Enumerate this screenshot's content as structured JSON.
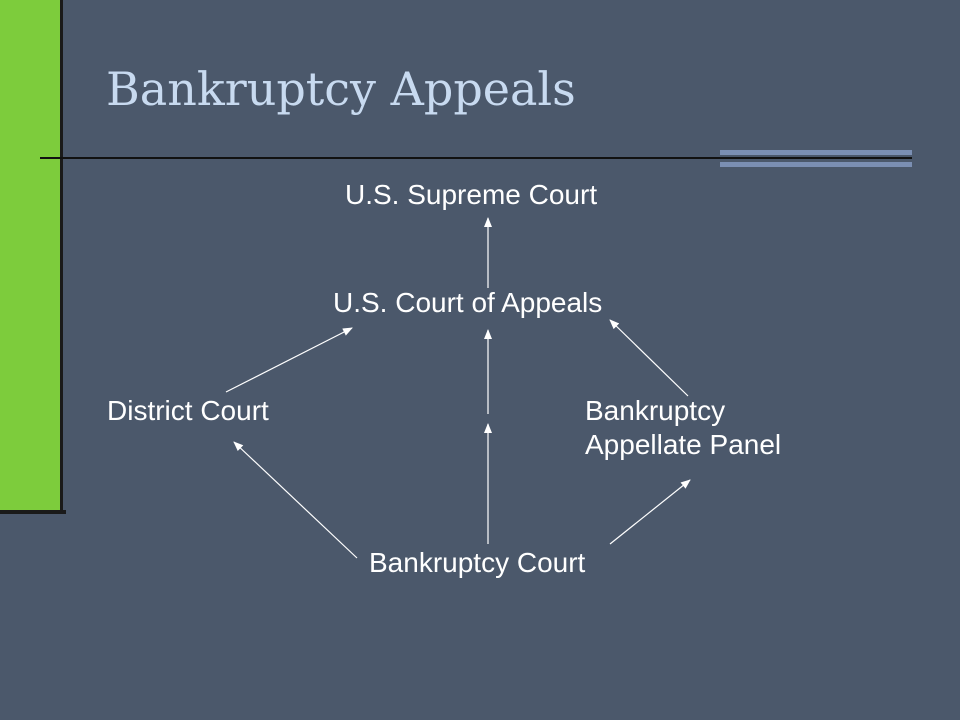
{
  "slide": {
    "title": "Bankruptcy Appeals"
  },
  "diagram": {
    "nodes": {
      "supreme_court": "U.S. Supreme Court",
      "court_of_appeals": "U.S. Court of Appeals",
      "district_court": "District Court",
      "bap_line1": "Bankruptcy",
      "bap_line2": "Appellate Panel",
      "bankruptcy_court": "Bankruptcy Court"
    },
    "edges": [
      {
        "from": "court_of_appeals",
        "to": "supreme_court"
      },
      {
        "from": "district_court",
        "to": "court_of_appeals"
      },
      {
        "from": "bankruptcy_court",
        "to": "court_of_appeals"
      },
      {
        "from": "bap",
        "to": "court_of_appeals"
      },
      {
        "from": "bankruptcy_court",
        "to": "district_court"
      },
      {
        "from": "bankruptcy_court",
        "to": "bap"
      }
    ]
  },
  "colors": {
    "background": "#4b586b",
    "accent_green": "#7dcc3c",
    "title_color": "#c8daf0",
    "accent_blue": "#7b8fb3"
  }
}
